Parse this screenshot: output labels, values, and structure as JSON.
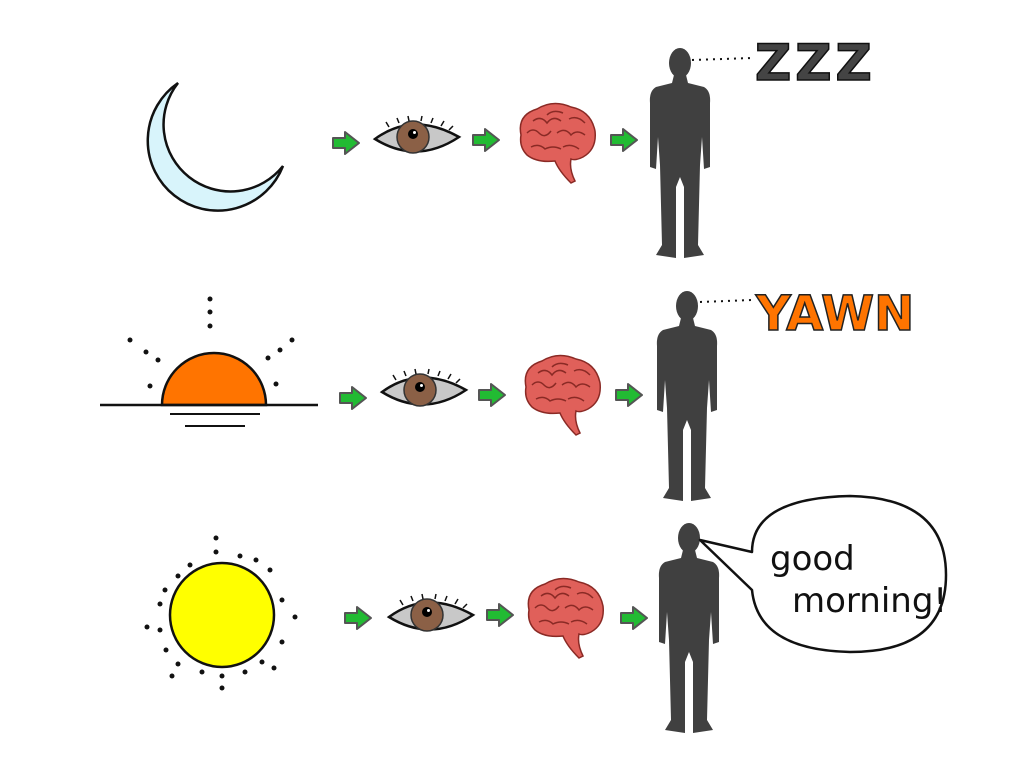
{
  "rows": [
    {
      "name": "night",
      "reaction": "ZZZ"
    },
    {
      "name": "sunrise",
      "reaction": "YAWN"
    },
    {
      "name": "day",
      "reaction_line1": "good",
      "reaction_line2": "morning!"
    }
  ],
  "colors": {
    "moon": "#d8f4fb",
    "sunrise": "#ff7400",
    "sun": "#ffff00",
    "arrow": "#22bb33",
    "brain": "#e0605a",
    "iris": "#8b6046",
    "person": "#404040",
    "zzz": "#444444",
    "yawn": "#ff7400"
  }
}
